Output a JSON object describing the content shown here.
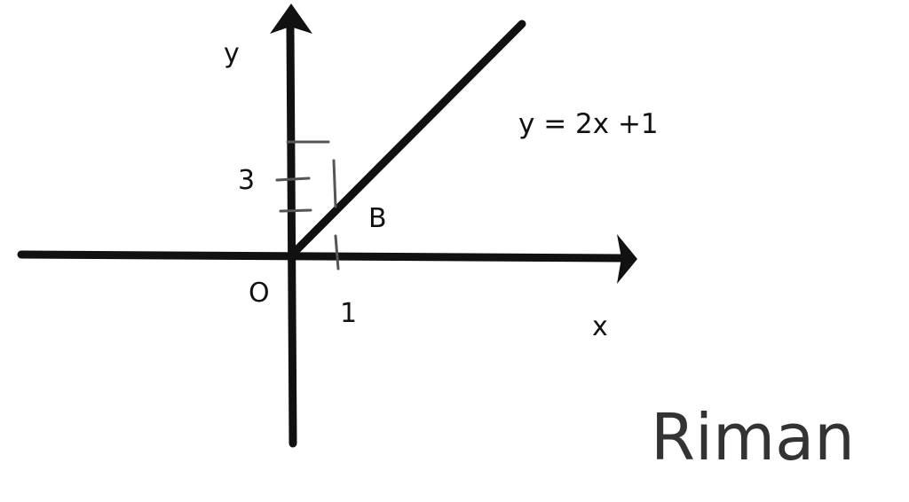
{
  "diagram": {
    "axis_x_label": "x",
    "axis_y_label": "y",
    "origin_label": "O",
    "point_label": "B",
    "tick_x_label": "1",
    "tick_y_label": "3",
    "equation": "y = 2x +1",
    "signature": "Riman"
  },
  "colors": {
    "ink": "#111111",
    "pencil": "#555555",
    "signature": "#333333"
  }
}
